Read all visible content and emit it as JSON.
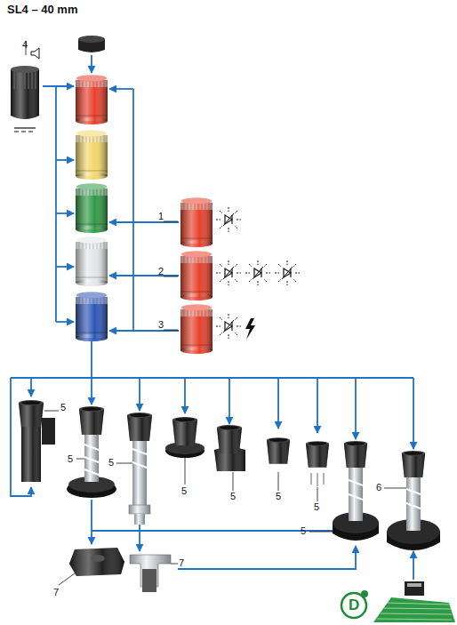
{
  "diagram": {
    "title": "SL4 – 40 mm",
    "labels": [
      "4",
      "1",
      "2",
      "3",
      "5",
      "5",
      "5",
      "5",
      "5",
      "5",
      "5",
      "6",
      "5",
      "7",
      "7",
      "D"
    ]
  }
}
